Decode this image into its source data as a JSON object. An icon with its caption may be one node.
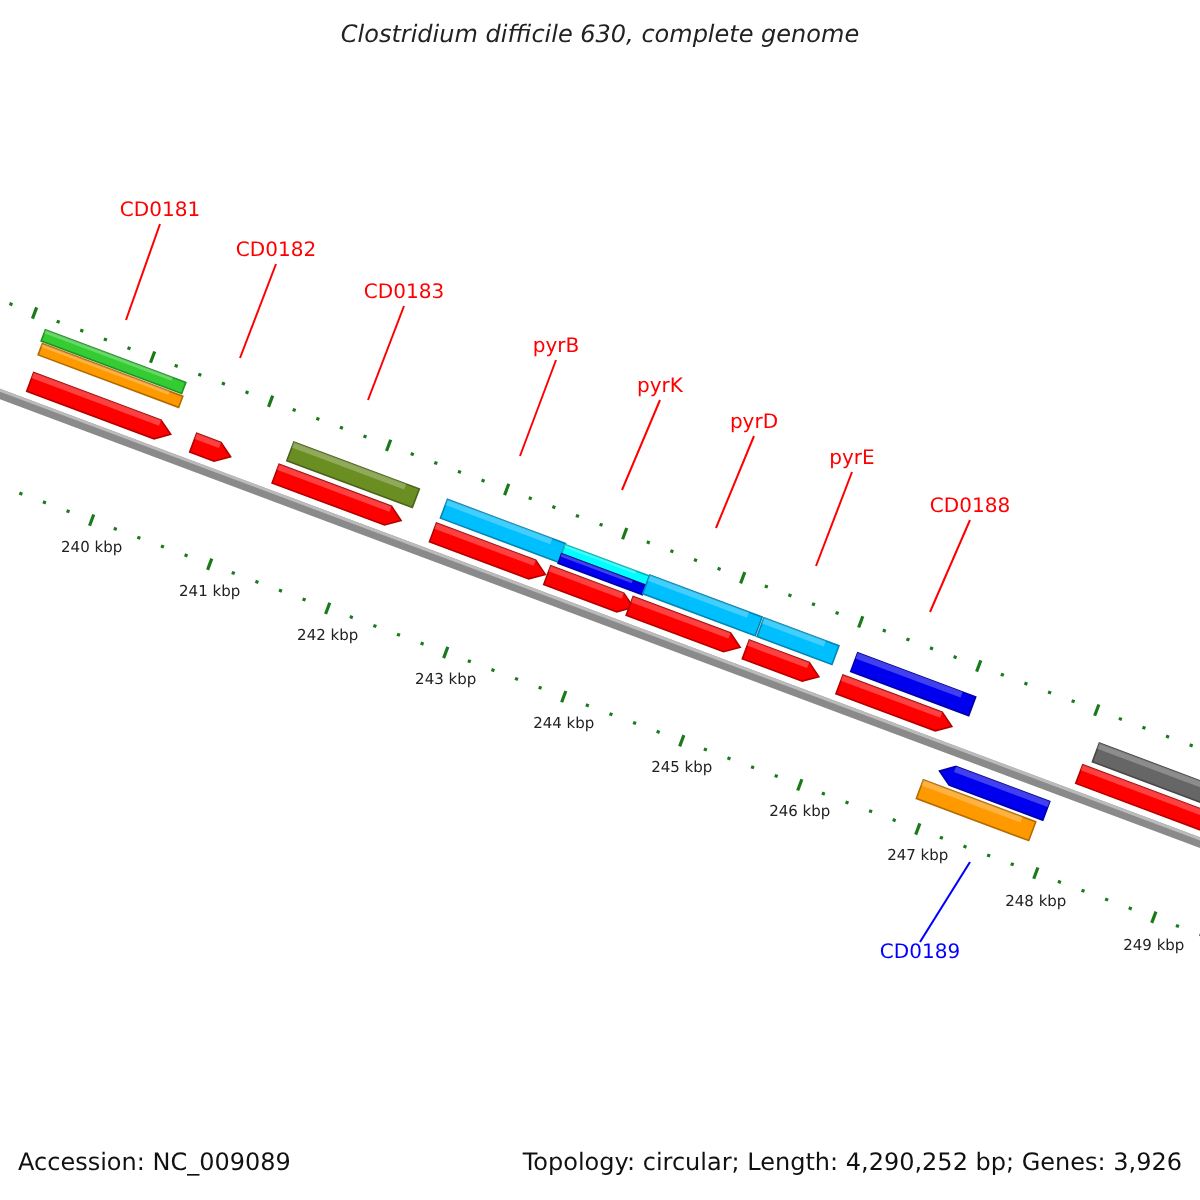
{
  "diagram": {
    "title": "Clostridium difficile 630, complete genome",
    "nodes": [
      {
        "text": [
          "CD0181"
        ]
      },
      {
        "text": [
          "CD0182"
        ]
      },
      {
        "text": [
          "CD0183"
        ]
      },
      {
        "text": [
          "pyrB"
        ]
      },
      {
        "text": [
          "pyrK"
        ]
      },
      {
        "text": [
          "pyrD"
        ]
      },
      {
        "text": [
          "pyrE"
        ]
      },
      {
        "text": [
          "CD0188"
        ]
      },
      {
        "text": [
          "CD0189"
        ]
      }
    ],
    "edges": [
      {
        "from": 0,
        "to": null,
        "arrow": "none"
      },
      {
        "from": 1,
        "to": null,
        "arrow": "none"
      },
      {
        "from": 2,
        "to": null,
        "arrow": "none"
      },
      {
        "from": 3,
        "to": null,
        "arrow": "none"
      },
      {
        "from": 4,
        "to": null,
        "arrow": "none"
      },
      {
        "from": 5,
        "to": null,
        "arrow": "none"
      },
      {
        "from": 6,
        "to": null,
        "arrow": "none"
      },
      {
        "from": 7,
        "to": null,
        "arrow": "none"
      },
      {
        "from": 8,
        "to": null,
        "arrow": "none",
        "color": "#0000ff"
      }
    ],
    "labels": [
      "240 kbp",
      "241 kbp",
      "242 kbp",
      "243 kbp",
      "244 kbp",
      "245 kbp",
      "246 kbp",
      "247 kbp",
      "248 kbp",
      "249 kbp",
      "Accession: NC_009089",
      "Topology: circular; Length: 4,290,252 bp; Genes: 3,926"
    ]
  }
}
